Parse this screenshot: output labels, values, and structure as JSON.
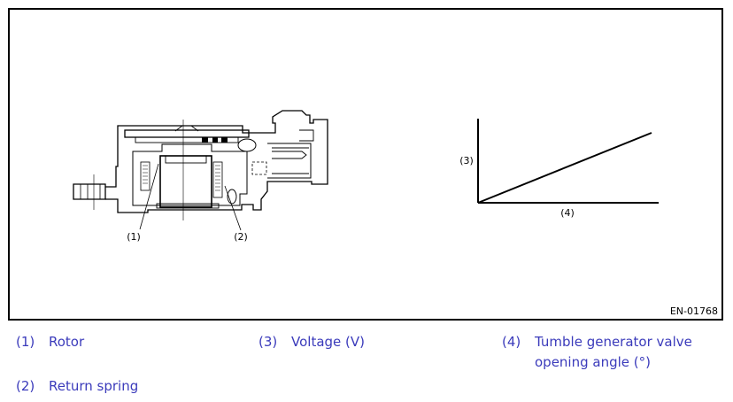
{
  "figure": {
    "code": "EN-01768",
    "callouts": {
      "c1": "(1)",
      "c2": "(2)",
      "c3": "(3)",
      "c4": "(4)"
    }
  },
  "legend": [
    {
      "num": "(1)",
      "text": "Rotor"
    },
    {
      "num": "(2)",
      "text": "Return spring"
    },
    {
      "num": "(3)",
      "text": "Voltage (V)"
    },
    {
      "num": "(4)",
      "text": "Tumble generator valve",
      "text2": "opening angle (°)"
    }
  ],
  "colors": {
    "line": "#000000",
    "legend_text": "#3b3bbb"
  }
}
